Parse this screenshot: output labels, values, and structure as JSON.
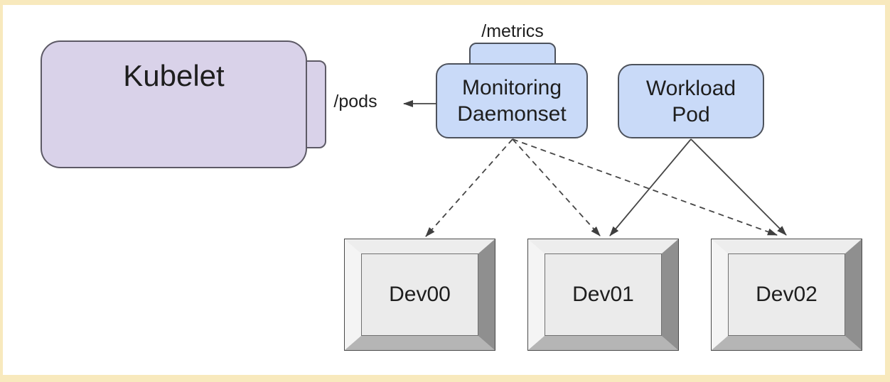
{
  "diagram": {
    "nodes": {
      "kubelet": {
        "label": "Kubelet"
      },
      "pods_endpoint": {
        "label": "/pods"
      },
      "metrics_endpoint": {
        "label": "/metrics"
      },
      "monitoring_daemonset": {
        "line1": "Monitoring",
        "line2": "Daemonset"
      },
      "workload_pod": {
        "line1": "Workload",
        "line2": "Pod"
      },
      "devices": [
        {
          "label": "Dev00"
        },
        {
          "label": "Dev01"
        },
        {
          "label": "Dev02"
        }
      ]
    },
    "edges": [
      {
        "from": "monitoring_daemonset",
        "to": "kubelet_pods_endpoint",
        "style": "solid"
      },
      {
        "from": "monitoring_daemonset",
        "to": "dev00",
        "style": "dashed"
      },
      {
        "from": "monitoring_daemonset",
        "to": "dev01",
        "style": "dashed"
      },
      {
        "from": "monitoring_daemonset",
        "to": "dev02",
        "style": "dashed"
      },
      {
        "from": "workload_pod",
        "to": "dev01",
        "style": "solid"
      },
      {
        "from": "workload_pod",
        "to": "dev02",
        "style": "solid"
      }
    ],
    "colors": {
      "frame_border": "#f8e9bd",
      "canvas": "#ffffff",
      "kubelet_fill": "#d9d2e9",
      "kubelet_stroke": "#5d5a66",
      "pod_fill": "#c9daf8",
      "pod_stroke": "#4d525c",
      "device_face": "#ebebeb",
      "device_bevel_light": "#f4f4f4",
      "device_bevel_top": "#ededed",
      "device_bevel_right": "#8f8f8f",
      "device_bevel_bottom": "#b5b5b5",
      "arrow": "#454545",
      "text": "#1e1e1e"
    }
  }
}
